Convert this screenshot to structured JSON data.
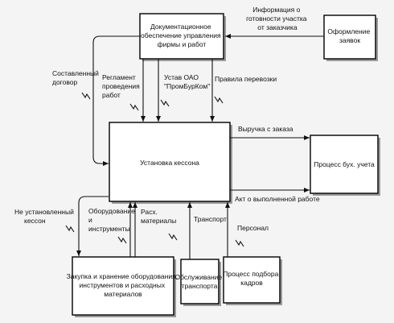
{
  "boxes": {
    "doc": [
      "Документационное",
      "обеспечение управления",
      "фирмы и работ"
    ],
    "orders": [
      "Оформление",
      "заявок"
    ],
    "main": [
      "Установка кессона"
    ],
    "accounting": [
      "Процесс бух. учета"
    ],
    "purchase": [
      "Закупка и хранение оборудования,",
      "инструментов и расходных",
      "материалов"
    ],
    "transport_service": [
      "Обслуживание",
      "транспорта"
    ],
    "staff": [
      "Процесс подбора",
      "кадров"
    ]
  },
  "labels": {
    "info": [
      "Информация о",
      "готовности участка",
      "от заказчика"
    ],
    "contract": [
      "Составленный",
      "договор"
    ],
    "reglament": [
      "Регламент",
      "проведения",
      "работ"
    ],
    "ustav": [
      "Устав ОАО",
      "\"ПромБурКом\""
    ],
    "rules": [
      "Правила перевозки"
    ],
    "revenue": [
      "Выручка с заказа"
    ],
    "act": [
      "Акт о выполненной работе"
    ],
    "not_installed": [
      "Не установленный",
      "кессон"
    ],
    "equipment": [
      "Оборудование",
      "и",
      "инструменты"
    ],
    "materials": [
      "Расх.",
      "материалы"
    ],
    "transport": [
      "Транспорт"
    ],
    "personnel": [
      "Персонал"
    ]
  }
}
